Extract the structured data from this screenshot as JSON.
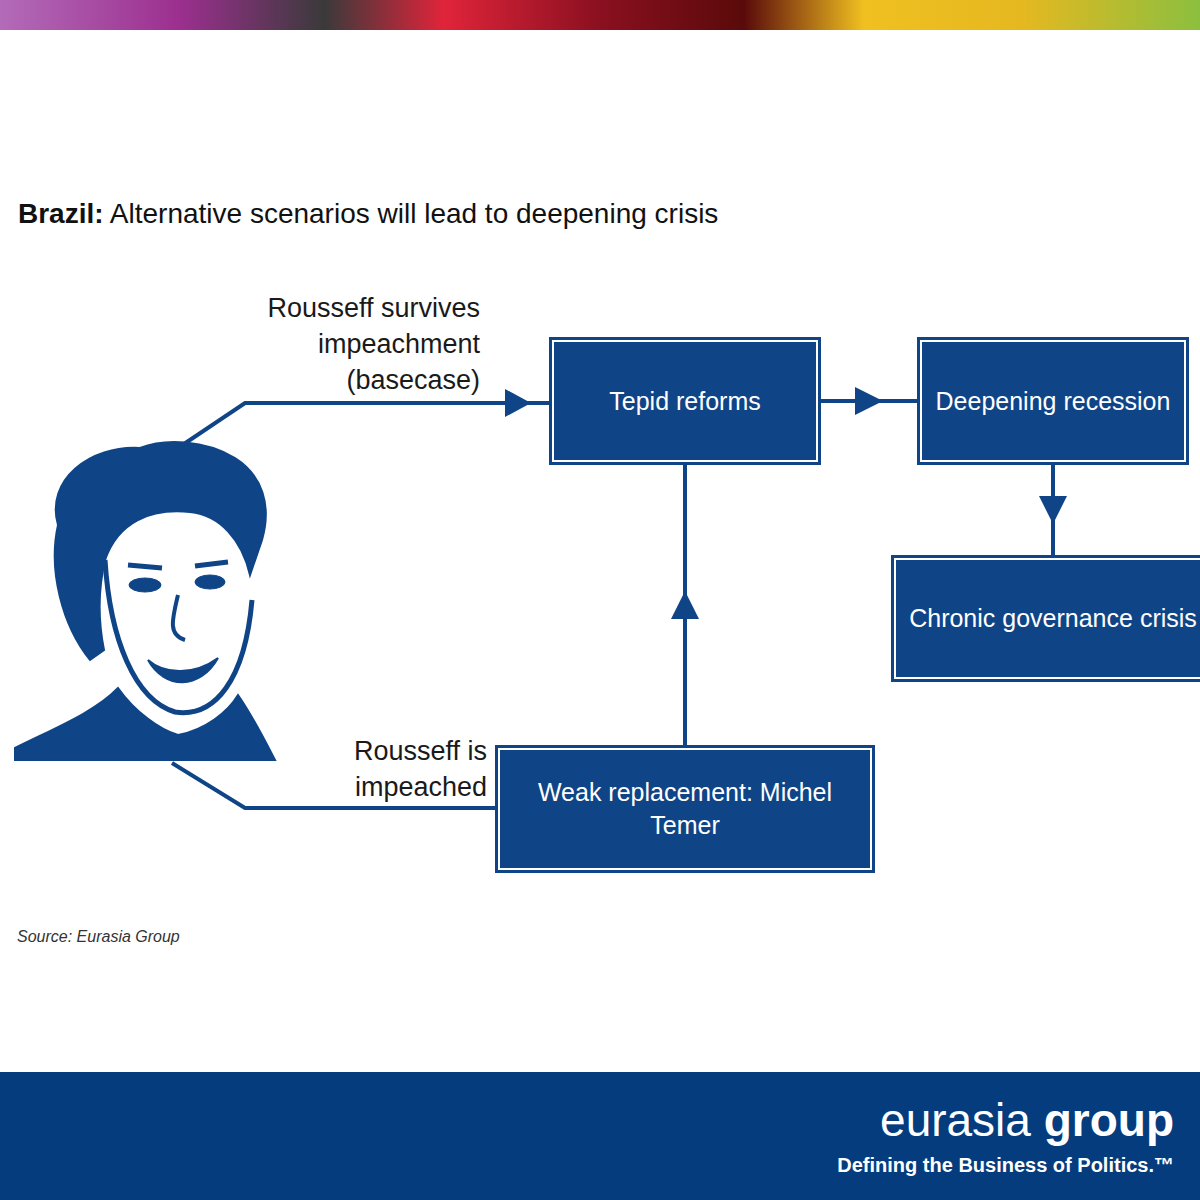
{
  "diagram": {
    "title": "Brazil: Alternative scenarios will lead to deepening crisis",
    "nodes": [
      {
        "text": [
          "Tepid reforms"
        ]
      },
      {
        "text": [
          "Deepening recession"
        ]
      },
      {
        "text": [
          "Chronic governance crisis"
        ]
      },
      {
        "text": [
          "Weak replacement: Michel Temer"
        ]
      }
    ],
    "edges": [
      {
        "from": 0,
        "to": 1,
        "arrow": "to"
      },
      {
        "from": 1,
        "to": 2,
        "arrow": "to"
      },
      {
        "from": 3,
        "to": 0,
        "arrow": "to"
      }
    ],
    "labels": [
      "Rousseff survives impeachment (basecase)",
      "Rousseff is impeached",
      "Source: Eurasia Group",
      "eurasia group",
      "Defining the Business of Politics.™"
    ]
  }
}
